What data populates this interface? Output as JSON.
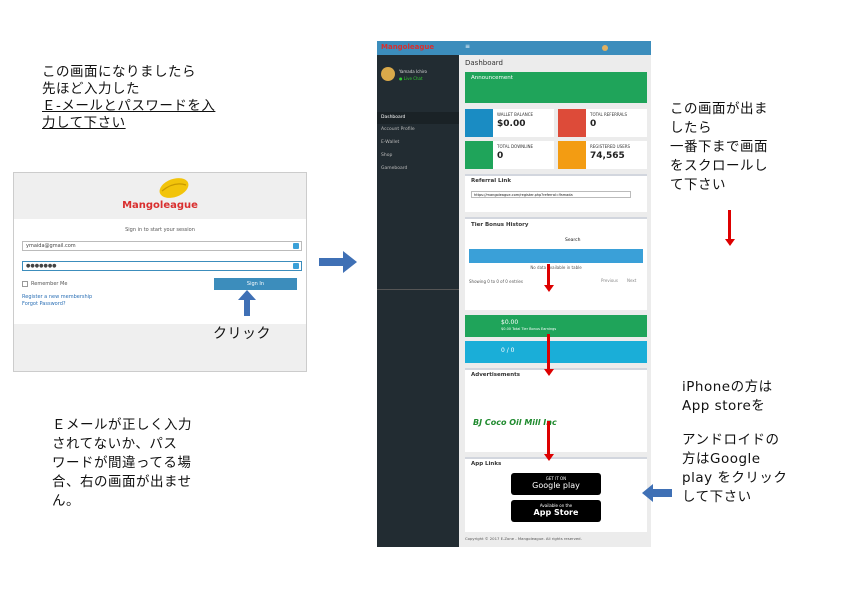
{
  "left_note": {
    "line1": "この画面になりましたら",
    "line2": "先ほど入力した",
    "line3": "Ｅ-メールとパスワードを入",
    "line4": "力して下さい"
  },
  "login": {
    "brand": "Mangoleague",
    "prompt": "Sign in to start your session",
    "email": "ymaida@gmail.com",
    "password": "●●●●●●●",
    "remember": "Remember Me",
    "signin": "Sign In",
    "register": "Register a new membership",
    "forgot": "Forgot Password?"
  },
  "click_label": "クリック",
  "error_note": {
    "line1": "Ｅメールが正しく入力",
    "line2": "されてないか、パス",
    "line3": "ワードが間違ってる場",
    "line4": "合、右の画面が出ませ",
    "line5": "ん。"
  },
  "phone": {
    "brand": "Mangoleague",
    "user": "Yamada Ichiro",
    "status": "● Live Chat",
    "nav": [
      "Dashboard",
      "Account Profile",
      "E-Wallet",
      "Shop",
      "Gameboard"
    ],
    "title": "Dashboard",
    "announcement": "Announcement",
    "stats": [
      {
        "label": "WALLET BALANCE",
        "value": "$0.00",
        "color": "#1a8cc3"
      },
      {
        "label": "TOTAL REFERRALS",
        "value": "0",
        "color": "#dd4b39"
      },
      {
        "label": "TOTAL DOWNLINE",
        "value": "0",
        "color": "#1fa45a"
      },
      {
        "label": "REGISTERED USERS",
        "value": "74,565",
        "color": "#f39c12"
      }
    ],
    "referral_title": "Referral Link",
    "referral_url": "https://mangoleague.com/register.php?referral=Yamada",
    "tier_title": "Tier Bonus History",
    "search": "Search",
    "table_note": "No data available in table",
    "showing": "Showing 0 to 0 of 0 entries",
    "prev": "Previous",
    "next": "Next",
    "earn_value": "$0.00",
    "earn_caption": "$0.00 Total Tier Bonus Earnings",
    "count_value": "0 / 0",
    "ads_title": "Advertisements",
    "ad_text": "BJ Coco Oil Mill Inc",
    "apps_title": "App Links",
    "google_small": "GET IT ON",
    "google_big": "Google play",
    "apple_small": "Available on the",
    "apple_big": "App Store",
    "copyright": "Copyright © 2017 E-Zone - Mangoleague. All rights reserved."
  },
  "right_note1": {
    "line1": "この画面が出ま",
    "line2": "したら",
    "line3": "一番下まで画面",
    "line4": "をスクロールし",
    "line5": "て下さい"
  },
  "right_note2": {
    "line1": "iPhoneの方は",
    "line2": "App storeを",
    "line3": "アンドロイドの",
    "line4": "方はGoogle",
    "line5": "play をクリック",
    "line6": "して下さい"
  }
}
